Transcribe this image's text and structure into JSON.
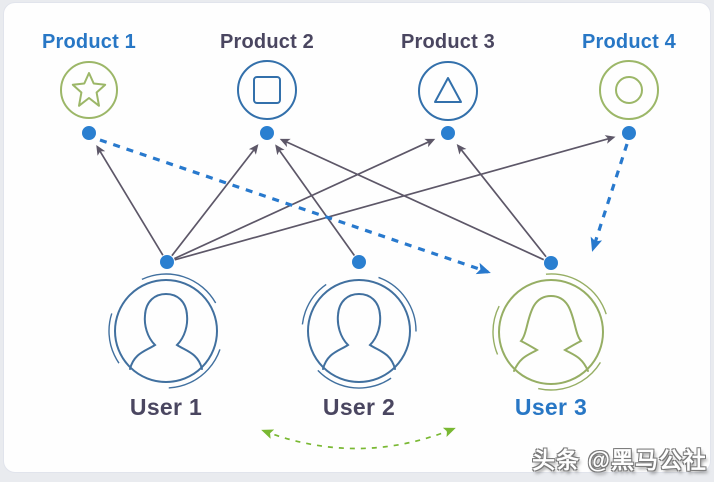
{
  "title_hint": "Collaborative filtering recommendation diagram",
  "colors": {
    "label_blue": "#2877c5",
    "label_dark": "#4a4660",
    "node_blue": "#3370ab",
    "node_green": "#9cb768",
    "dot_blue": "#2a7fd0",
    "solid_arrow": "#5d5768",
    "dashed_arrow_blue": "#2879cd",
    "similarity_green": "#79b832",
    "card_background": "#fefefe"
  },
  "diagram": {
    "products": [
      {
        "id": "product1",
        "label": "Product 1",
        "icon": "star",
        "circle_color": "green",
        "label_color": "blue"
      },
      {
        "id": "product2",
        "label": "Product 2",
        "icon": "square",
        "circle_color": "blue",
        "label_color": "dark"
      },
      {
        "id": "product3",
        "label": "Product 3",
        "icon": "triangle",
        "circle_color": "blue",
        "label_color": "dark"
      },
      {
        "id": "product4",
        "label": "Product 4",
        "icon": "circle",
        "circle_color": "green",
        "label_color": "blue"
      }
    ],
    "users": [
      {
        "id": "user1",
        "label": "User 1",
        "avatar": "male-silhouette",
        "color": "blue",
        "label_color": "dark"
      },
      {
        "id": "user2",
        "label": "User 2",
        "avatar": "male-silhouette",
        "color": "blue",
        "label_color": "dark"
      },
      {
        "id": "user3",
        "label": "User 3",
        "avatar": "female-silhouette",
        "color": "green",
        "label_color": "blue"
      }
    ],
    "edges": {
      "purchases": [
        {
          "from": "user1",
          "to": "product1",
          "style": "solid-arrow"
        },
        {
          "from": "user1",
          "to": "product2",
          "style": "solid-arrow"
        },
        {
          "from": "user1",
          "to": "product3",
          "style": "solid-arrow"
        },
        {
          "from": "user1",
          "to": "product4",
          "style": "solid-arrow"
        },
        {
          "from": "user2",
          "to": "product2",
          "style": "solid-arrow"
        },
        {
          "from": "user3",
          "to": "product2",
          "style": "solid-arrow"
        },
        {
          "from": "user3",
          "to": "product3",
          "style": "solid-arrow"
        }
      ],
      "recommendations": [
        {
          "from": "product1",
          "to": "user3",
          "style": "blue-dashed-arrow"
        },
        {
          "from": "product4",
          "to": "user3",
          "style": "blue-dashed-arrow"
        }
      ],
      "similarity": {
        "between": [
          "user1",
          "user3"
        ],
        "style": "green-dashed-curve",
        "double_headed": true
      }
    }
  },
  "watermark": "头条 @黑马公社"
}
